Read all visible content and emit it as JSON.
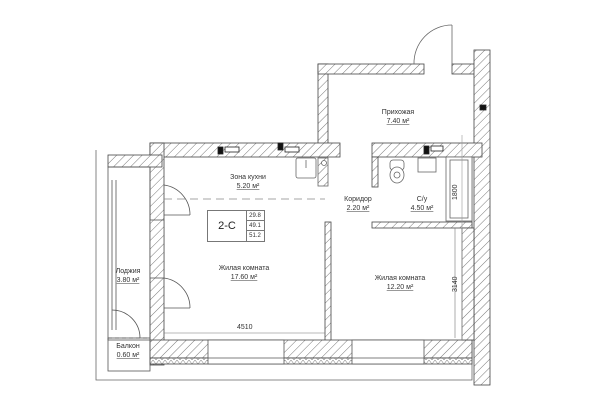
{
  "plan": {
    "apartment_code": "2-C",
    "area_summary": [
      "29.8",
      "49.1",
      "51.2"
    ],
    "rooms": [
      {
        "id": "entrance-hall",
        "name": "Прихожая",
        "area": "7.40 м²"
      },
      {
        "id": "kitchen-zone",
        "name": "Зона кухни",
        "area": "5.20 м²"
      },
      {
        "id": "corridor",
        "name": "Коридор",
        "area": "2.20 м²"
      },
      {
        "id": "bathroom",
        "name": "С/у",
        "area": "4.50 м²"
      },
      {
        "id": "living-room-1",
        "name": "Жилая комната",
        "area": "17.60 м²"
      },
      {
        "id": "living-room-2",
        "name": "Жилая комната",
        "area": "12.20 м²"
      },
      {
        "id": "loggia",
        "name": "Лоджия",
        "area": "3.80 м²"
      },
      {
        "id": "balcony",
        "name": "Балкон",
        "area": "0.60 м²"
      }
    ],
    "dimensions": {
      "living_room_width": "4510",
      "bathtub_length": "1800",
      "bedroom_depth": "3140"
    }
  }
}
